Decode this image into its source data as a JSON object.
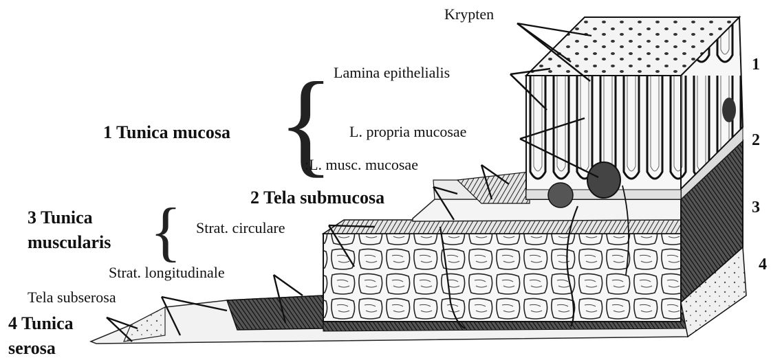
{
  "layer_labels": {
    "mucosa": "1 Tunica mucosa",
    "submucosa": "2 Tela submucosa",
    "muscularis_line1": "3 Tunica",
    "muscularis_line2": "muscularis",
    "serosa_line1": "4 Tunica",
    "serosa_line2": "serosa"
  },
  "part_labels": {
    "krypten": "Krypten",
    "lamina_epithelialis": "Lamina epithelialis",
    "lamina_propria": "L. propria mucosae",
    "lamina_muscularis": ":L. musc. mucosae",
    "strat_circulare": "Strat. circulare",
    "strat_longitudinale": "Strat. longitudinale",
    "tela_subserosa": "Tela subserosa"
  },
  "side_numbers": [
    "1",
    "2",
    "3",
    "4"
  ],
  "colors": {
    "ink": "#111111",
    "paper": "#ffffff",
    "tissue": "#f3f3f3",
    "dark": "#222222"
  }
}
